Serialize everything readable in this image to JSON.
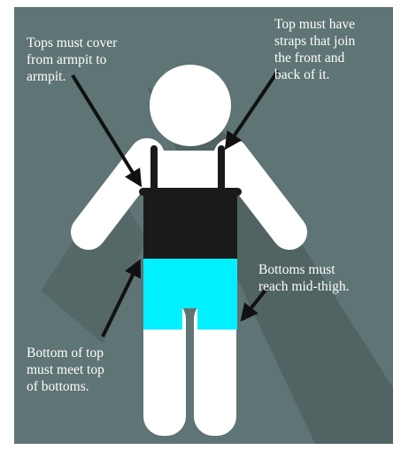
{
  "notes": {
    "tops_cover": "Tops must cover\nfrom armpit to\narmpit.",
    "straps": "Top must have\n straps that join\nthe front and\nback of it.",
    "bottoms_length": "Bottoms must\nreach mid-thigh.",
    "top_meets_bottoms": "Bottom of top\nmust meet top\nof bottoms."
  },
  "colors": {
    "background": "#5f7474",
    "figure": "#ffffff",
    "top": "#1a1a1a",
    "bottoms": "#00f0ff",
    "arrows": "#111111"
  }
}
